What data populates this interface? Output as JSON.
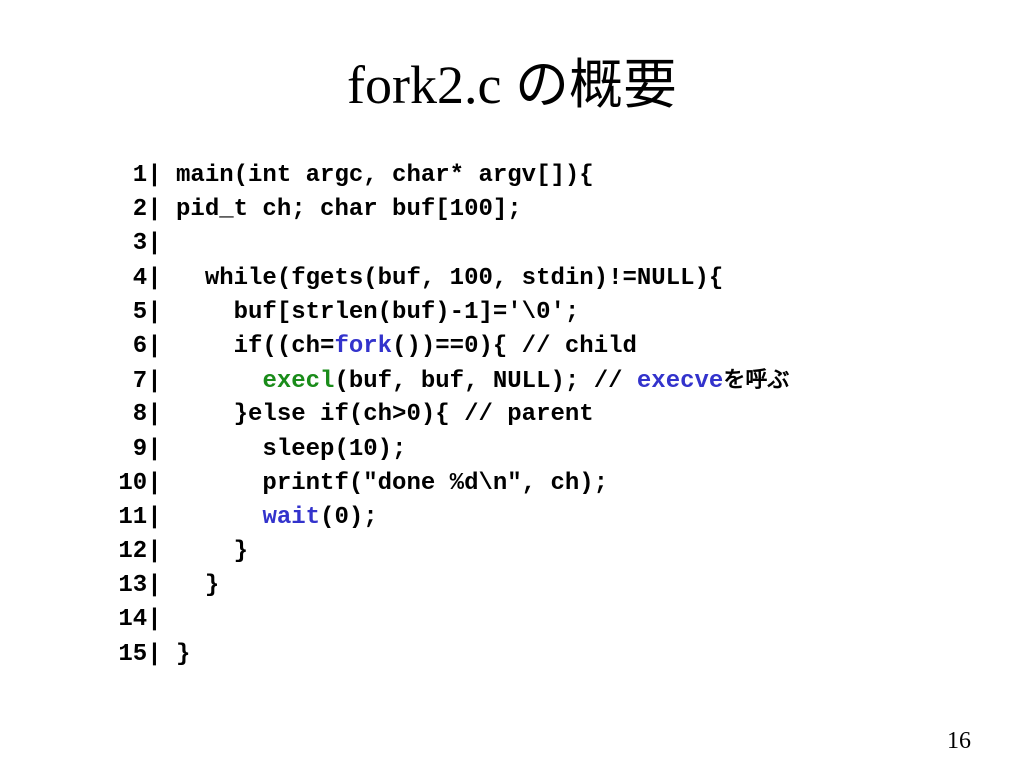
{
  "slide": {
    "title": "fork2.c の概要",
    "page_number": "16"
  },
  "colors": {
    "text": "#000000",
    "blue": "#3333cc",
    "green": "#1a8c1a",
    "background": "#ffffff"
  },
  "code": {
    "separator": "| ",
    "lines": [
      {
        "number": "1",
        "text": "main(int argc, char* argv[]){"
      },
      {
        "number": "2",
        "text": "pid_t ch; char buf[100];"
      },
      {
        "number": "3",
        "text": ""
      },
      {
        "number": "4",
        "text": "  while(fgets(buf, 100, stdin)!=NULL){"
      },
      {
        "number": "5",
        "text": "    buf[strlen(buf)-1]='\\0';"
      },
      {
        "number": "6",
        "text": "    if((ch=fork())==0){ // child",
        "tokens": [
          {
            "t": "    if((ch="
          },
          {
            "t": "fork",
            "c": "blue"
          },
          {
            "t": "())==0){ // child"
          }
        ]
      },
      {
        "number": "7",
        "text": "      execl(buf, buf, NULL); // execveを呼ぶ",
        "tokens": [
          {
            "t": "      "
          },
          {
            "t": "execl",
            "c": "green"
          },
          {
            "t": "(buf, buf, NULL); // "
          },
          {
            "t": "execve",
            "c": "blue"
          },
          {
            "t": "を呼ぶ",
            "jp": true
          }
        ]
      },
      {
        "number": "8",
        "text": "    }else if(ch>0){ // parent"
      },
      {
        "number": "9",
        "text": "      sleep(10);"
      },
      {
        "number": "10",
        "text": "      printf(\"done %d\\n\", ch);"
      },
      {
        "number": "11",
        "text": "      wait(0);",
        "tokens": [
          {
            "t": "      "
          },
          {
            "t": "wait",
            "c": "blue"
          },
          {
            "t": "(0);"
          }
        ]
      },
      {
        "number": "12",
        "text": "    }"
      },
      {
        "number": "13",
        "text": "  }"
      },
      {
        "number": "14",
        "text": ""
      },
      {
        "number": "15",
        "text": "}"
      }
    ]
  }
}
